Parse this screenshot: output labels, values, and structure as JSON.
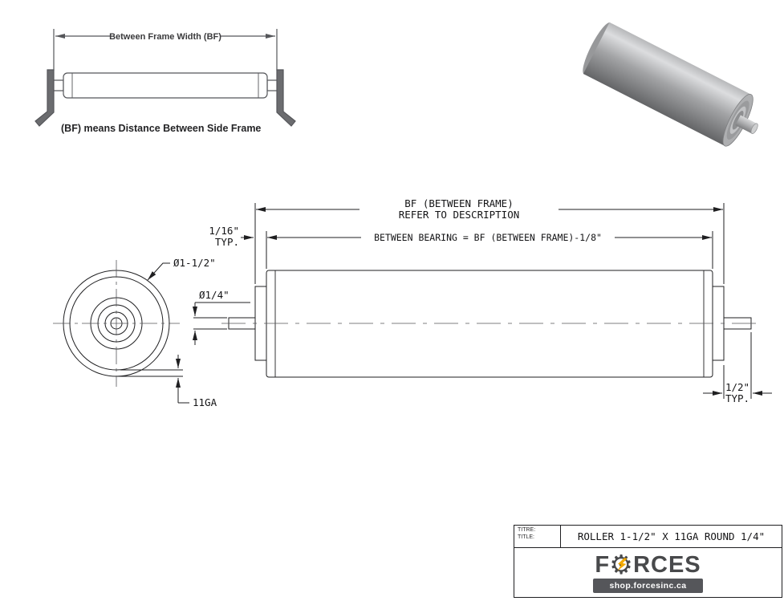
{
  "inset": {
    "dim_label": "Between Frame Width (BF)",
    "caption": "(BF) means Distance Between Side Frame"
  },
  "end_view": {
    "roller_dia": "Ø1-1/2\"",
    "axle_dia": "Ø1/4\"",
    "gauge": "11GA"
  },
  "side_view": {
    "bf_line1": "BF (BETWEEN FRAME)",
    "bf_line2": "REFER TO DESCRIPTION",
    "between_bearing": "BETWEEN BEARING = BF (BETWEEN FRAME)-1/8\"",
    "gap_value": "1/16\"",
    "gap_suffix": "TYP.",
    "shaft_ext_value": "1/2\"",
    "shaft_ext_suffix": "TYP."
  },
  "title_block": {
    "label_fr": "TITRE:",
    "label_en": "TITLE:",
    "title": "ROLLER 1-1/2\" X 11GA ROUND 1/4\"",
    "brand_f": "F",
    "brand_rest": "RCES",
    "website": "shop.forcesinc.ca"
  },
  "colors": {
    "line": "#1f1f21",
    "inset_line": "#55565a",
    "accent": "#f2a900",
    "brand": "#48494b"
  }
}
